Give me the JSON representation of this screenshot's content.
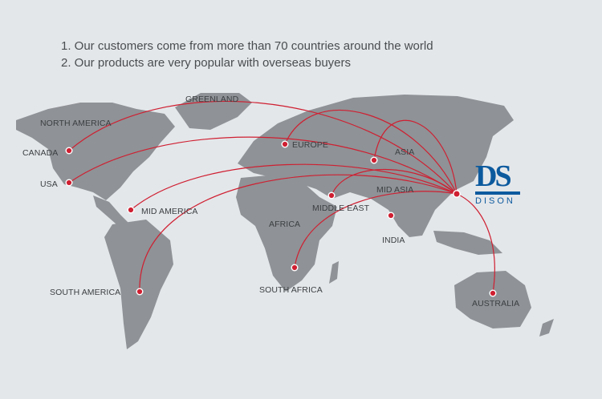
{
  "notes": [
    "1. Our customers come from more than 70 countries around the world",
    "2. Our products are very popular with overseas buyers"
  ],
  "regions": {
    "greenland": "GREENLAND",
    "north_america": "NORTH AMERICA",
    "canada": "CANADA",
    "usa": "USA",
    "mid_america": "MID AMERICA",
    "south_america": "SOUTH AMERICA",
    "europe": "EUROPE",
    "asia": "ASIA",
    "mid_asia": "MID ASIA",
    "middle_east": "MIDDLE EAST",
    "india": "INDIA",
    "africa": "AFRICA",
    "south_africa": "SOUTH AFRICA",
    "australia": "AUSTRALIA"
  },
  "logo": {
    "mark": "DS",
    "name": "DISON"
  },
  "colors": {
    "route": "#cf1f31",
    "land": "#8f9296",
    "background": "#e4e7ea",
    "brand": "#0c5a9e"
  }
}
